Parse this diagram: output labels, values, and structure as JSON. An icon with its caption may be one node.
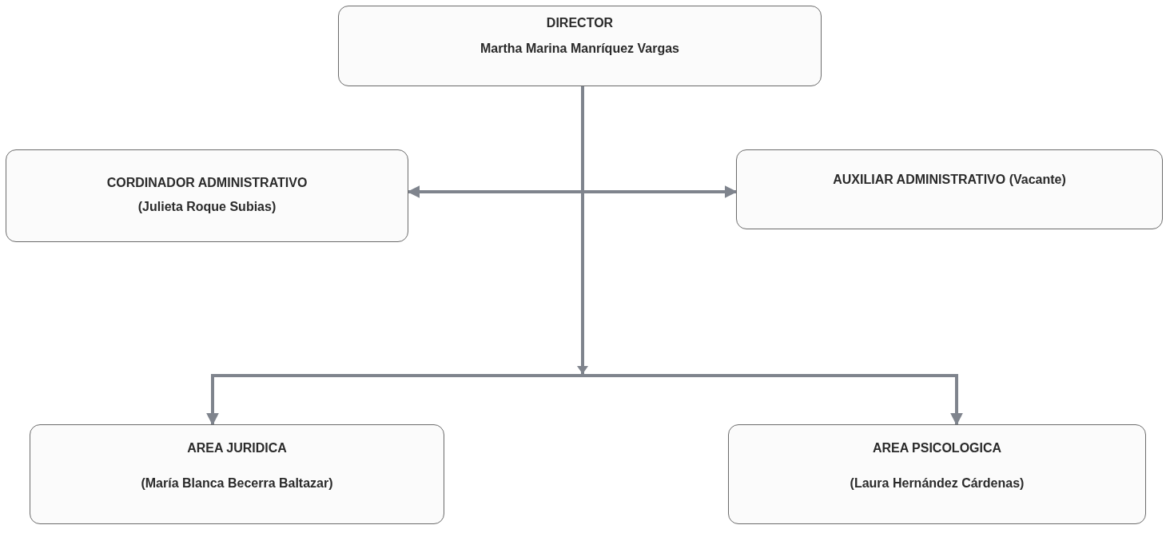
{
  "diagram": {
    "nodes": [
      {
        "text": [
          "DIRECTOR",
          "Martha Marina Manríquez Vargas"
        ]
      },
      {
        "text": [
          "CORDINADOR ADMINISTRATIVO",
          "(Julieta Roque Subias)"
        ]
      },
      {
        "text": [
          "AUXILIAR ADMINISTRATIVO (Vacante)"
        ]
      },
      {
        "text": [
          "AREA JURIDICA",
          "(María Blanca Becerra Baltazar)"
        ]
      },
      {
        "text": [
          "AREA PSICOLOGICA",
          "(Laura Hernández Cárdenas)"
        ]
      }
    ],
    "edges": [
      {
        "from": 1,
        "to": 2,
        "arrow": "both"
      },
      {
        "from": 0,
        "to": 3,
        "arrow": "to"
      },
      {
        "from": 0,
        "to": 4,
        "arrow": "to"
      }
    ]
  }
}
